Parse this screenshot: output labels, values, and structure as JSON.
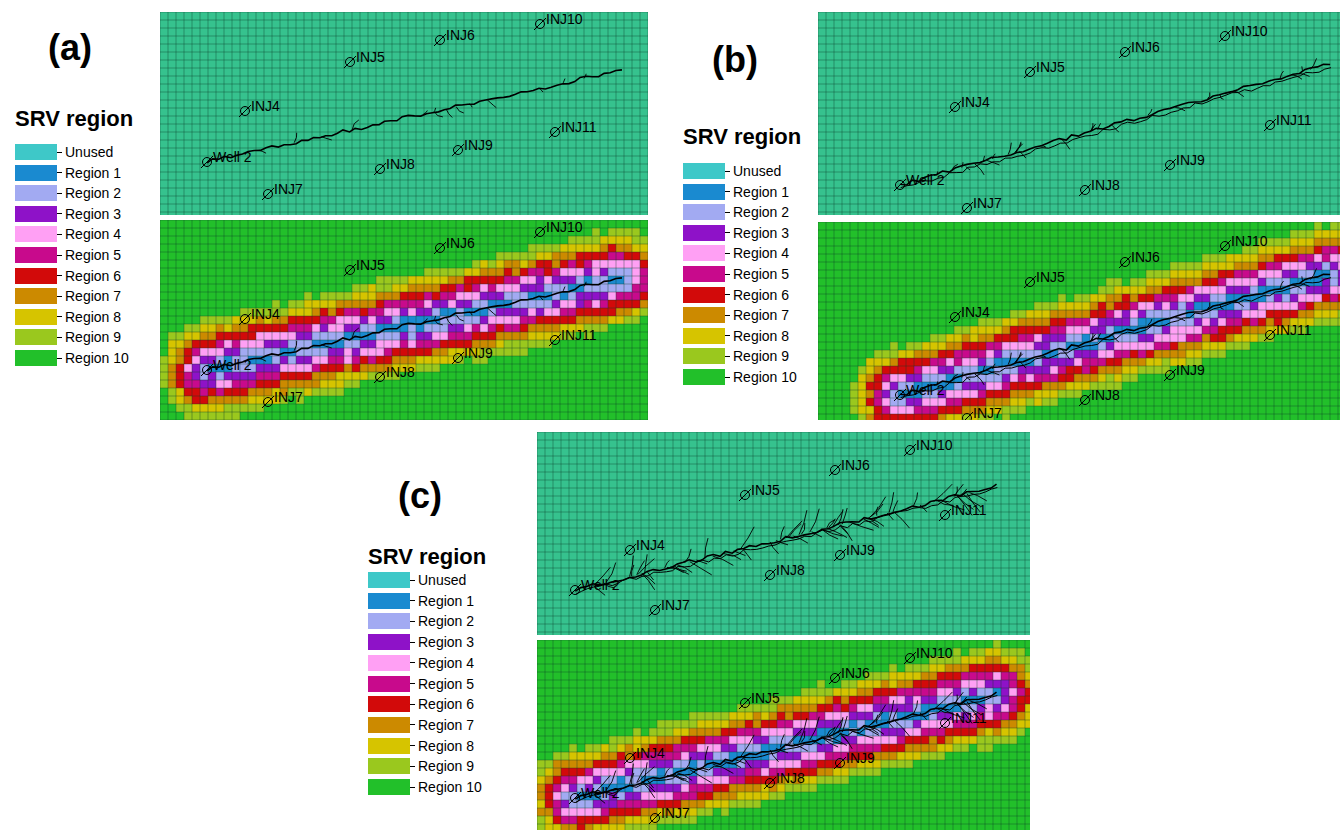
{
  "diagram": {
    "labels": [
      "(a)",
      "SRV region",
      "INJ10",
      "INJ6",
      "INJ5",
      "INJ4",
      "Well 2",
      "INJ7",
      "INJ8",
      "INJ9",
      "INJ11",
      "INJ10",
      "INJ6",
      "INJ5",
      "INJ4",
      "Well 2",
      "INJ7",
      "INJ8",
      "INJ9",
      "INJ11",
      "(b)",
      "SRV region",
      "INJ10",
      "INJ6",
      "INJ5",
      "INJ4",
      "Well 2",
      "INJ7",
      "INJ8",
      "INJ9",
      "INJ11",
      "INJ10",
      "INJ6",
      "INJ5",
      "INJ4",
      "Well 2",
      "INJ7",
      "INJ8",
      "INJ9",
      "INJ11",
      "(c)",
      "SRV region",
      "INJ10",
      "INJ6",
      "INJ5",
      "INJ4",
      "Well 2",
      "INJ7",
      "INJ8",
      "INJ9",
      "INJ11",
      "INJ10",
      "INJ6",
      "INJ5",
      "INJ4",
      "Well 2",
      "INJ7",
      "INJ8",
      "INJ9",
      "INJ11"
    ],
    "legend": [
      {
        "text": "Unused",
        "color": "#3ec8c8"
      },
      {
        "text": "Region 1",
        "color": "#1a8ad0"
      },
      {
        "text": "Region 2",
        "color": "#a2aaf2"
      },
      {
        "text": "Region 3",
        "color": "#8e12c8"
      },
      {
        "text": "Region 4",
        "color": "#ffa0f4"
      },
      {
        "text": "Region 5",
        "color": "#c80a8c"
      },
      {
        "text": "Region 6",
        "color": "#d20a0a"
      },
      {
        "text": "Region 7",
        "color": "#cc8a00"
      },
      {
        "text": "Region 8",
        "color": "#d6c400"
      },
      {
        "text": "Region 9",
        "color": "#9ac81e"
      },
      {
        "text": "Region 10",
        "color": "#22c02a"
      },
      {
        "text": "Unused",
        "color": "#3ec8c8"
      },
      {
        "text": "Region 1",
        "color": "#1a8ad0"
      },
      {
        "text": "Region 2",
        "color": "#a2aaf2"
      },
      {
        "text": "Region 3",
        "color": "#8e12c8"
      },
      {
        "text": "Region 4",
        "color": "#ffa0f4"
      },
      {
        "text": "Region 5",
        "color": "#c80a8c"
      },
      {
        "text": "Region 6",
        "color": "#d20a0a"
      },
      {
        "text": "Region 7",
        "color": "#cc8a00"
      },
      {
        "text": "Region 8",
        "color": "#d6c400"
      },
      {
        "text": "Region 9",
        "color": "#9ac81e"
      },
      {
        "text": "Region 10",
        "color": "#22c02a"
      },
      {
        "text": "Unused",
        "color": "#3ec8c8"
      },
      {
        "text": "Region 1",
        "color": "#1a8ad0"
      },
      {
        "text": "Region 2",
        "color": "#a2aaf2"
      },
      {
        "text": "Region 3",
        "color": "#8e12c8"
      },
      {
        "text": "Region 4",
        "color": "#ffa0f4"
      },
      {
        "text": "Region 5",
        "color": "#c80a8c"
      },
      {
        "text": "Region 6",
        "color": "#d20a0a"
      },
      {
        "text": "Region 7",
        "color": "#cc8a00"
      },
      {
        "text": "Region 8",
        "color": "#d6c400"
      },
      {
        "text": "Region 9",
        "color": "#9ac81e"
      },
      {
        "text": "Region 10",
        "color": "#22c02a"
      }
    ]
  }
}
